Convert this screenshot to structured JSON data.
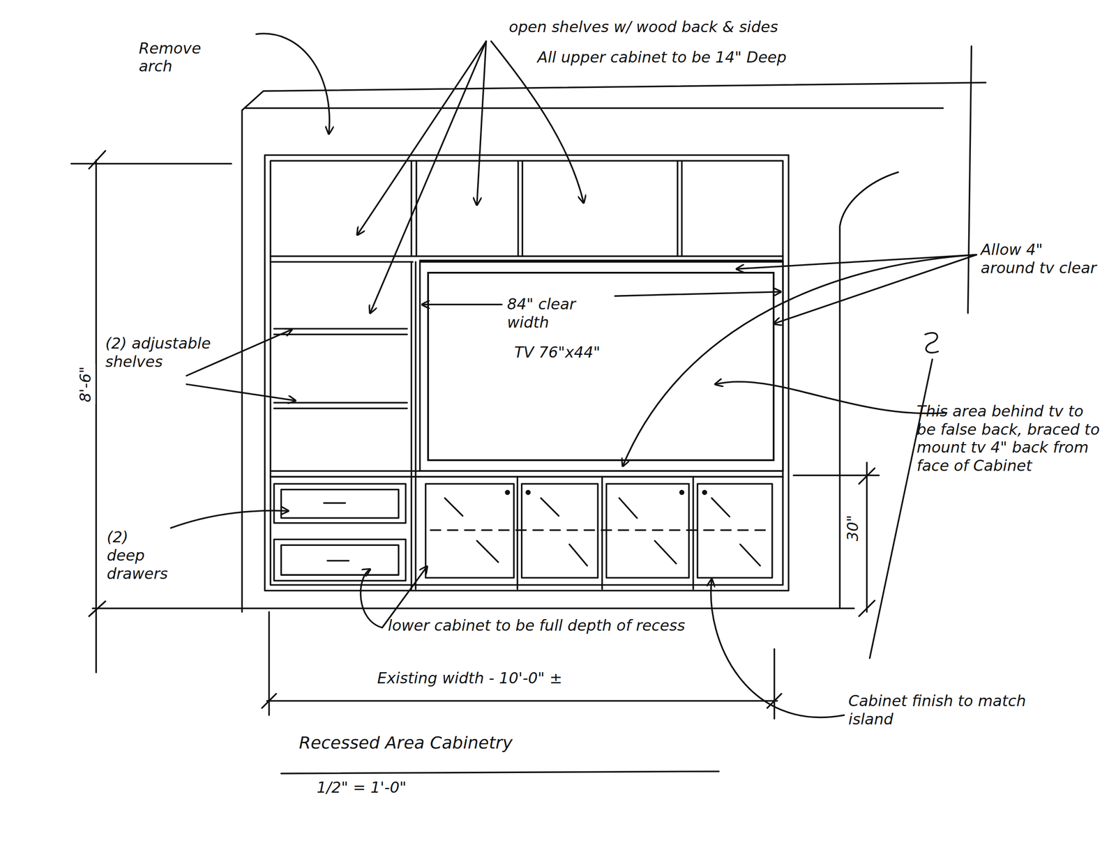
{
  "diagram": {
    "title": "Recessed Area Cabinetry",
    "caption": "1/2\" = 1'-0\"",
    "nodes": [
      {
        "text": [
          "84\" clear width",
          "TV 76\"x44\""
        ]
      }
    ],
    "labels": [
      "Remove arch",
      "open shelves w/ wood back & sides",
      "All upper cabinet to be 14\" Deep",
      "Allow 4\" around tv clear",
      "(2) adjustable shelves",
      "8'-6\"",
      "This area behind tv to be false back, braced to mount tv 4\" back from face of Cabinet",
      "30\"",
      "(2) deep drawers",
      "lower cabinet to be full depth of recess",
      "Existing width - 10'-0\" ±",
      "Cabinet finish to match island"
    ]
  }
}
